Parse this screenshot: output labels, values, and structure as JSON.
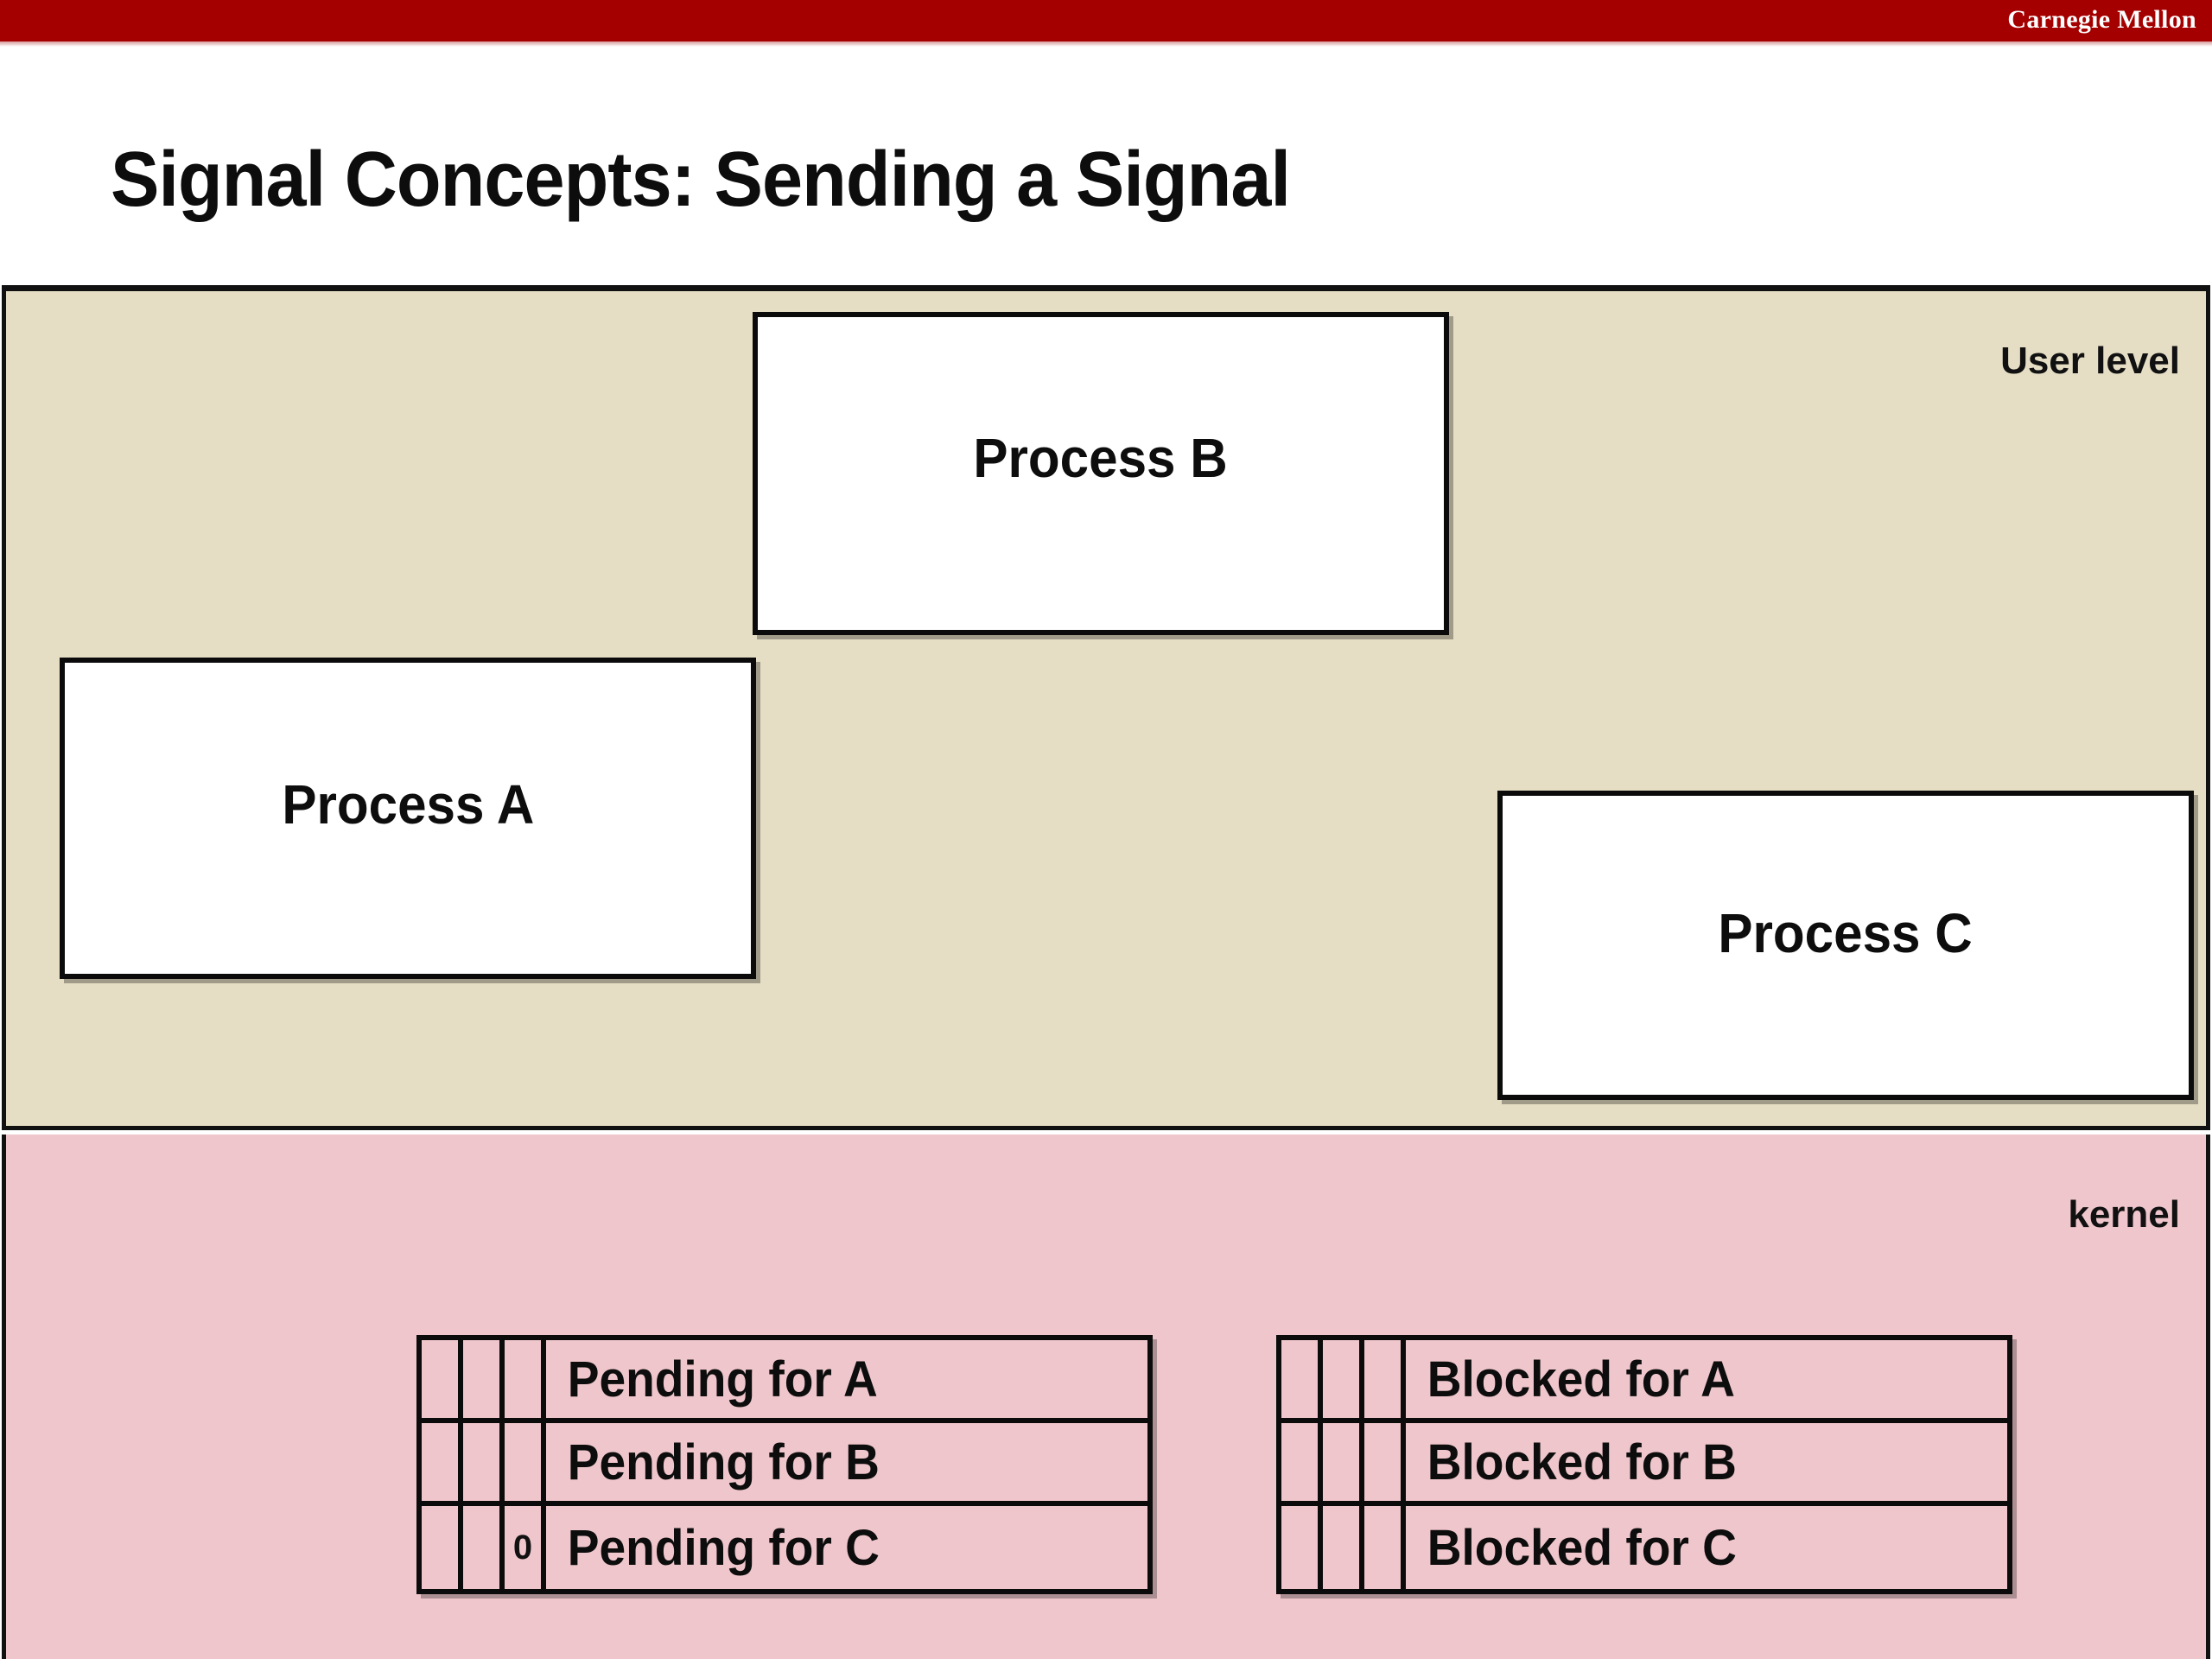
{
  "brand": {
    "name": "Carnegie Mellon",
    "bar_color": "#A50000",
    "text_color": "#FFFFFF"
  },
  "slide": {
    "title": "Signal Concepts: Sending a Signal"
  },
  "user_region": {
    "label": "User level",
    "background_color": "#E5DEC5",
    "border_color": "#111111",
    "processes": [
      {
        "name": "process-b",
        "label": "Process B"
      },
      {
        "name": "process-a",
        "label": "Process A"
      },
      {
        "name": "process-c",
        "label": "Process C"
      }
    ]
  },
  "kernel_region": {
    "label": "kernel",
    "background_color": "#EFC6CB",
    "tables": [
      {
        "name": "pending-table",
        "rows": [
          {
            "bits": [
              "",
              "",
              ""
            ],
            "label": "Pending for A"
          },
          {
            "bits": [
              "",
              "",
              ""
            ],
            "label": "Pending for B"
          },
          {
            "bits": [
              "",
              "",
              "0"
            ],
            "label": "Pending for C"
          }
        ]
      },
      {
        "name": "blocked-table",
        "rows": [
          {
            "bits": [
              "",
              "",
              ""
            ],
            "label": "Blocked for A"
          },
          {
            "bits": [
              "",
              "",
              ""
            ],
            "label": "Blocked for B"
          },
          {
            "bits": [
              "",
              "",
              ""
            ],
            "label": "Blocked for C"
          }
        ]
      }
    ]
  }
}
